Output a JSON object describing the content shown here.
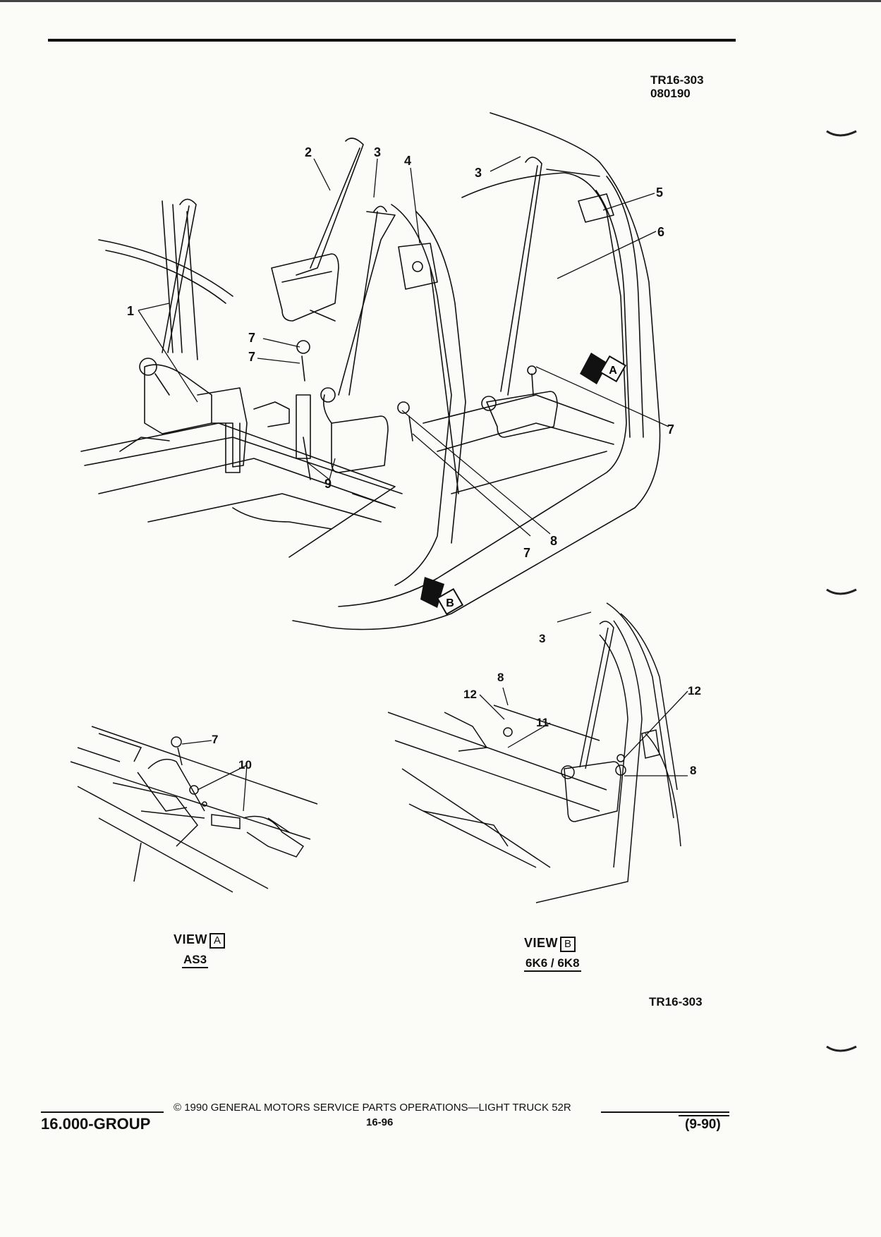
{
  "header": {
    "code_line1": "TR16-303",
    "code_line2": "080190"
  },
  "callouts": {
    "main": [
      "1",
      "2",
      "3",
      "4",
      "3",
      "5",
      "6",
      "7",
      "8",
      "7",
      "9",
      "7",
      "8",
      "7"
    ],
    "view_a": [
      "7",
      "10"
    ],
    "view_b": [
      "3",
      "8",
      "12",
      "11",
      "12",
      "8"
    ]
  },
  "view_markers": {
    "a": "A",
    "b": "B"
  },
  "view_a": {
    "label": "VIEW",
    "letter": "A",
    "sub": "AS3"
  },
  "view_b": {
    "label": "VIEW",
    "letter": "B",
    "sub": "6K6 / 6K8"
  },
  "figure_code": "TR16-303",
  "footer": {
    "group": "16.000-GROUP",
    "copyright": "© 1990 GENERAL MOTORS SERVICE PARTS OPERATIONS—LIGHT TRUCK 52R",
    "page": "16-96",
    "revision": "(9-90)"
  }
}
